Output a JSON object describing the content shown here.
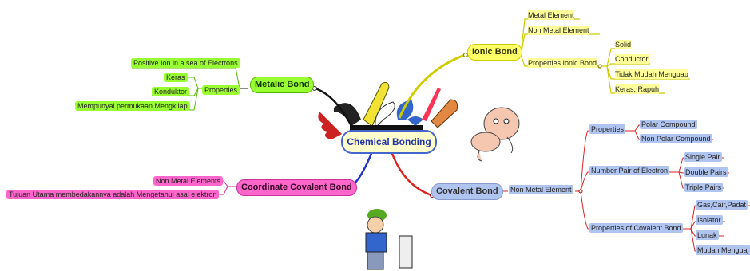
{
  "center": {
    "label": "Chemical Bonding"
  },
  "colors": {
    "ionic": "#cccc00",
    "metalic": "#111111",
    "covalent": "#dd2222",
    "coordinate": "#2233cc"
  },
  "ionic": {
    "title": "Ionic Bond",
    "metal_element": "Metal Element",
    "non_metal_element": "Non Metal  Element",
    "properties": {
      "label": "Properties Ionic Bond",
      "items": [
        "Solid",
        "Conductor",
        "Tidak Mudah Menguap",
        "Keras, Rapuh"
      ]
    }
  },
  "metalic": {
    "title": "Metalic Bond",
    "positive_ion": "Positive Ion in a sea of Electrons",
    "properties": {
      "label": "Properties",
      "items": [
        "Keras",
        "Konduktor",
        "Mempunyai permukaan Mengkilap"
      ]
    }
  },
  "covalent": {
    "title": "Covalent Bond",
    "non_metal_element": "Non Metal Element",
    "properties": {
      "label": "Properties",
      "items": [
        "Polar Compound",
        "Non Polar Compound"
      ]
    },
    "number_pair": {
      "label": "Number Pair of Electron",
      "items": [
        "Single Pair",
        "Double Pairs",
        "Triple Pairs"
      ]
    },
    "properties_covalent": {
      "label": "Properties of Covalent Bond",
      "items": [
        "Gas,Cair,Padat",
        "Isolator",
        "Lunak",
        "Mudah Menguaj"
      ]
    }
  },
  "coordinate": {
    "title": "Coordinate Covalent Bond",
    "items": [
      "Non Metal Elements",
      "Tujuan Utama  membedakannya adalah Mengetahui asal elektron"
    ]
  }
}
